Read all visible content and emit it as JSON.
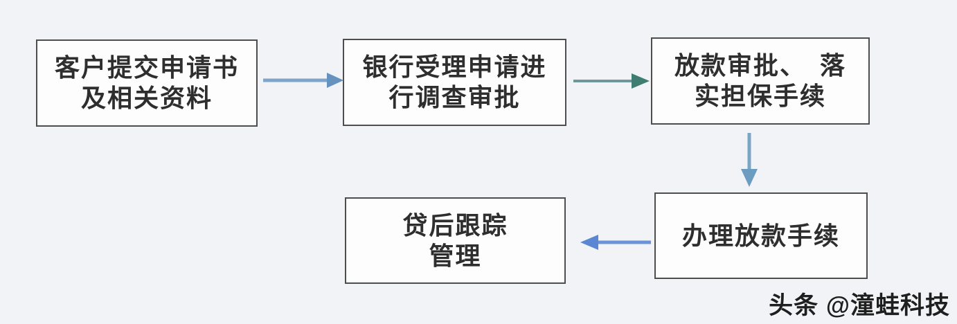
{
  "diagram": {
    "title": "loan-process-flowchart",
    "nodes": [
      {
        "id": "customer-application",
        "lines": [
          "客户提交申请书",
          "及相关资料"
        ]
      },
      {
        "id": "bank-review",
        "lines": [
          "银行受理申请进",
          "行调查审批"
        ]
      },
      {
        "id": "loan-approval",
        "lines": [
          "放款审批、　落",
          "实担保手续"
        ]
      },
      {
        "id": "disbursement",
        "lines": [
          "办理放款手续"
        ]
      },
      {
        "id": "post-loan",
        "lines": [
          "贷后跟踪",
          "管理"
        ]
      }
    ],
    "edges": [
      {
        "from": "customer-application",
        "to": "bank-review",
        "direction": "right",
        "color": "#7fa5cb",
        "head_color": "#6592be"
      },
      {
        "from": "bank-review",
        "to": "loan-approval",
        "direction": "right",
        "color": "#6f979b",
        "head_color": "#3e7d72"
      },
      {
        "from": "loan-approval",
        "to": "disbursement",
        "direction": "down",
        "color": "#79a6c6",
        "head_color": "#6c9cc0"
      },
      {
        "from": "disbursement",
        "to": "post-loan",
        "direction": "left",
        "color": "#6a93d8",
        "head_color": "#5b87d2"
      }
    ]
  },
  "watermark": {
    "text": "头条 @潼蛙科技"
  },
  "colors": {
    "background": "#f1f3f6",
    "node_fill": "#fdfdfd",
    "node_border": "#4d4d4d",
    "node_text": "#2e2e2e",
    "watermark_text": "#1f1f1f"
  }
}
